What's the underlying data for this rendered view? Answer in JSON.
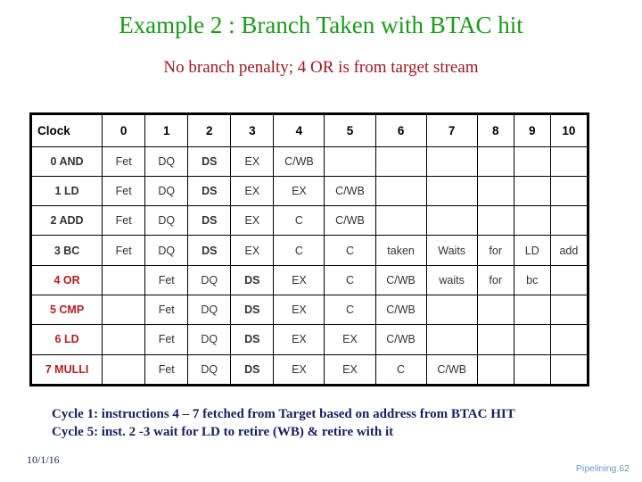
{
  "slide": {
    "title": "Example 2 : Branch Taken with BTAC hit",
    "subtitle": "No branch penalty; 4 OR is from target stream",
    "title_color": "#1a9a1a",
    "subtitle_color": "#9e1621"
  },
  "colors": {
    "ds_fill": "#c3f0c3",
    "ds_text": "#16306b",
    "taken_fill": "#fe0000",
    "taken_text": "#ffffff",
    "red_label": "#b41d20",
    "red_cell_text": "#c2484a",
    "note_text": "#16205e",
    "pagetag": "#6e93c8"
  },
  "table": {
    "header": {
      "label": "Clock",
      "cycles": [
        "0",
        "1",
        "2",
        "3",
        "4",
        "5",
        "6",
        "7",
        "8",
        "9",
        "10"
      ]
    },
    "rows": [
      {
        "label": "0 AND",
        "label_red": false,
        "cells": [
          {
            "text": "Fet",
            "style": "plain"
          },
          {
            "text": "DQ",
            "style": "plain"
          },
          {
            "text": "DS",
            "style": "ds"
          },
          {
            "text": "EX",
            "style": "plain"
          },
          {
            "text": "C/WB",
            "style": "plain"
          },
          {
            "text": "",
            "style": "plain"
          },
          {
            "text": "",
            "style": "plain"
          },
          {
            "text": "",
            "style": "plain"
          },
          {
            "text": "",
            "style": "plain"
          },
          {
            "text": "",
            "style": "plain"
          },
          {
            "text": "",
            "style": "plain"
          }
        ]
      },
      {
        "label": "1 LD",
        "label_red": false,
        "cells": [
          {
            "text": "Fet",
            "style": "plain"
          },
          {
            "text": "DQ",
            "style": "plain"
          },
          {
            "text": "DS",
            "style": "ds"
          },
          {
            "text": "EX",
            "style": "plain"
          },
          {
            "text": "EX",
            "style": "plain"
          },
          {
            "text": "C/WB",
            "style": "plain"
          },
          {
            "text": "",
            "style": "plain"
          },
          {
            "text": "",
            "style": "plain"
          },
          {
            "text": "",
            "style": "plain"
          },
          {
            "text": "",
            "style": "plain"
          },
          {
            "text": "",
            "style": "plain"
          }
        ]
      },
      {
        "label": "2 ADD",
        "label_red": false,
        "cells": [
          {
            "text": "Fet",
            "style": "plain"
          },
          {
            "text": "DQ",
            "style": "plain"
          },
          {
            "text": "DS",
            "style": "ds"
          },
          {
            "text": "EX",
            "style": "plain"
          },
          {
            "text": "C",
            "style": "plain"
          },
          {
            "text": "C/WB",
            "style": "plain"
          },
          {
            "text": "",
            "style": "plain"
          },
          {
            "text": "",
            "style": "plain"
          },
          {
            "text": "",
            "style": "plain"
          },
          {
            "text": "",
            "style": "plain"
          },
          {
            "text": "",
            "style": "plain"
          }
        ]
      },
      {
        "label": "3 BC",
        "label_red": false,
        "cells": [
          {
            "text": "Fet",
            "style": "plain"
          },
          {
            "text": "DQ",
            "style": "plain"
          },
          {
            "text": "DS",
            "style": "ds"
          },
          {
            "text": "EX",
            "style": "plain"
          },
          {
            "text": "C",
            "style": "plain"
          },
          {
            "text": "C",
            "style": "plain"
          },
          {
            "text": "taken",
            "style": "taken"
          },
          {
            "text": "Waits",
            "style": "redtext"
          },
          {
            "text": "for",
            "style": "plain"
          },
          {
            "text": "LD",
            "style": "plain"
          },
          {
            "text": "add",
            "style": "plain"
          }
        ]
      },
      {
        "label": "4 OR",
        "label_red": true,
        "cells": [
          {
            "text": "",
            "style": "plain"
          },
          {
            "text": "Fet",
            "style": "plain"
          },
          {
            "text": "DQ",
            "style": "plain"
          },
          {
            "text": "DS",
            "style": "ds"
          },
          {
            "text": "EX",
            "style": "plain"
          },
          {
            "text": "C",
            "style": "plain"
          },
          {
            "text": "C/WB",
            "style": "plain"
          },
          {
            "text": "waits",
            "style": "redtext"
          },
          {
            "text": "for",
            "style": "plain"
          },
          {
            "text": "bc",
            "style": "plain"
          },
          {
            "text": "",
            "style": "plain"
          }
        ]
      },
      {
        "label": "5 CMP",
        "label_red": true,
        "cells": [
          {
            "text": "",
            "style": "plain"
          },
          {
            "text": "Fet",
            "style": "plain"
          },
          {
            "text": "DQ",
            "style": "plain"
          },
          {
            "text": "DS",
            "style": "ds"
          },
          {
            "text": "EX",
            "style": "plain"
          },
          {
            "text": "C",
            "style": "plain"
          },
          {
            "text": "C/WB",
            "style": "plain"
          },
          {
            "text": "",
            "style": "plain"
          },
          {
            "text": "",
            "style": "plain"
          },
          {
            "text": "",
            "style": "plain"
          },
          {
            "text": "",
            "style": "plain"
          }
        ]
      },
      {
        "label": "6 LD",
        "label_red": true,
        "cells": [
          {
            "text": "",
            "style": "plain"
          },
          {
            "text": "Fet",
            "style": "plain"
          },
          {
            "text": "DQ",
            "style": "plain"
          },
          {
            "text": "DS",
            "style": "ds"
          },
          {
            "text": "EX",
            "style": "plain"
          },
          {
            "text": "EX",
            "style": "plain"
          },
          {
            "text": "C/WB",
            "style": "plain"
          },
          {
            "text": "",
            "style": "plain"
          },
          {
            "text": "",
            "style": "plain"
          },
          {
            "text": "",
            "style": "plain"
          },
          {
            "text": "",
            "style": "plain"
          }
        ]
      },
      {
        "label": "7 MULLI",
        "label_red": true,
        "cells": [
          {
            "text": "",
            "style": "plain"
          },
          {
            "text": "Fet",
            "style": "plain"
          },
          {
            "text": "DQ",
            "style": "plain"
          },
          {
            "text": "DS",
            "style": "ds"
          },
          {
            "text": "EX",
            "style": "plain"
          },
          {
            "text": "EX",
            "style": "plain"
          },
          {
            "text": "C",
            "style": "plain"
          },
          {
            "text": "C/WB",
            "style": "plain"
          },
          {
            "text": "",
            "style": "plain"
          },
          {
            "text": "",
            "style": "plain"
          },
          {
            "text": "",
            "style": "plain"
          }
        ]
      }
    ]
  },
  "notes": [
    "Cycle 1: instructions 4 – 7 fetched from Target based on address from BTAC HIT",
    "Cycle 5: inst. 2 -3 wait for LD to retire (WB)  & retire with it"
  ],
  "footer": {
    "date": "10/1/16",
    "pagetag": "Pipelining.62"
  }
}
